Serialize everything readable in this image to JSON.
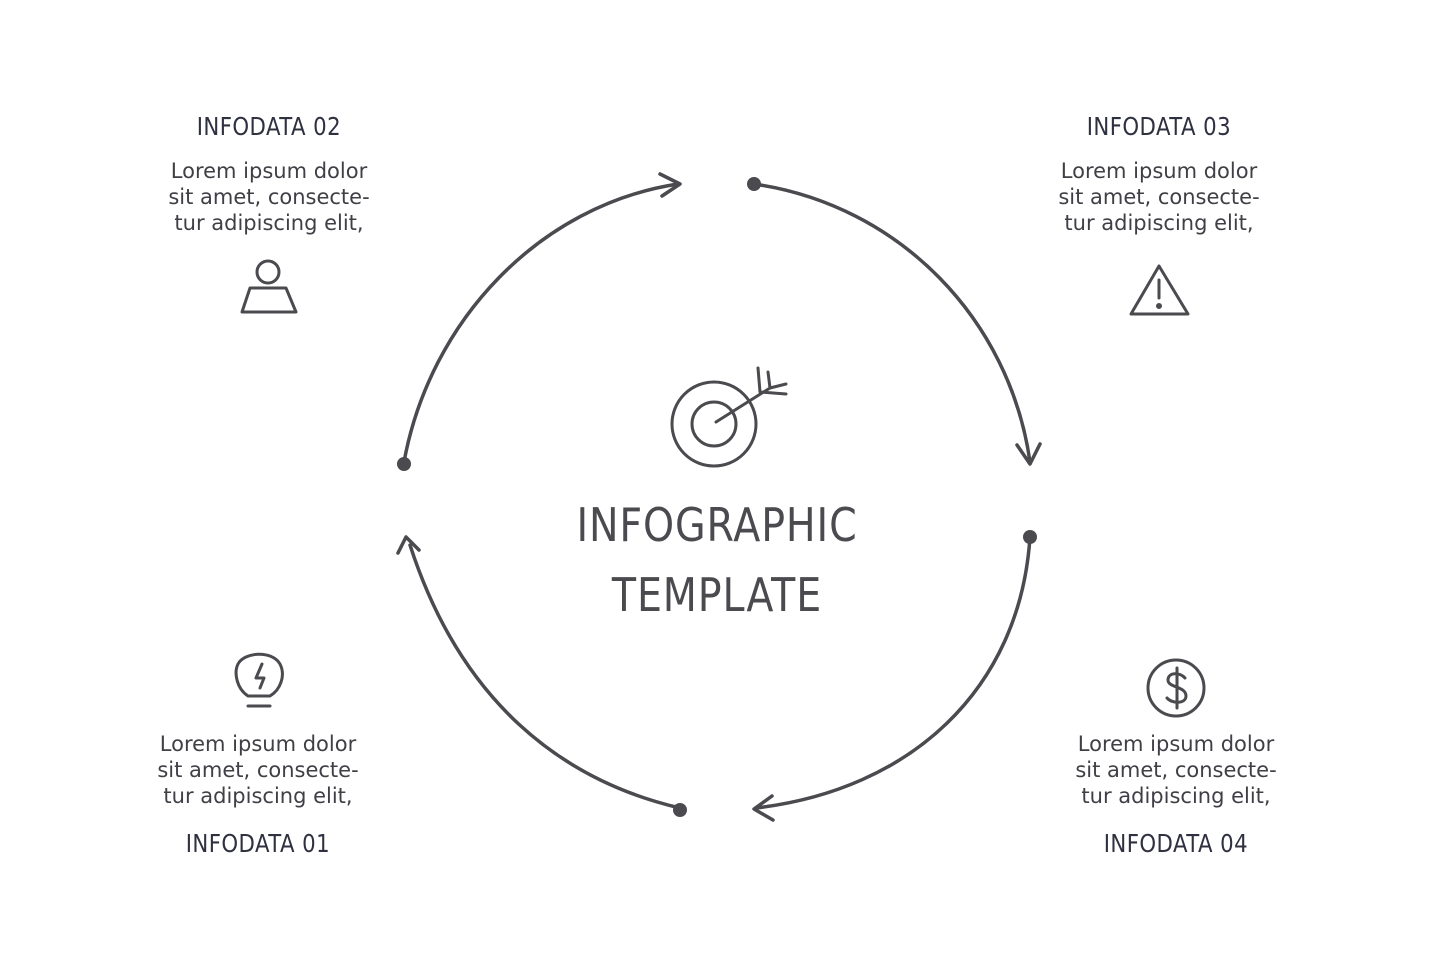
{
  "center": {
    "title_line1": "INFOGRAPHIC",
    "title_line2": "TEMPLATE",
    "icon": "target-arrow-icon"
  },
  "items": [
    {
      "heading": "INFODATA 01",
      "text": [
        "Lorem ipsum dolor",
        "sit amet, consecte-",
        "tur adipiscing elit,"
      ],
      "icon": "lightbulb-icon"
    },
    {
      "heading": "INFODATA 02",
      "text": [
        "Lorem ipsum dolor",
        "sit amet, consecte-",
        "tur adipiscing elit,"
      ],
      "icon": "person-icon"
    },
    {
      "heading": "INFODATA 03",
      "text": [
        "Lorem ipsum dolor",
        "sit amet, consecte-",
        "tur adipiscing elit,"
      ],
      "icon": "warning-icon"
    },
    {
      "heading": "INFODATA 04",
      "text": [
        "Lorem ipsum dolor",
        "sit amet, consecte-",
        "tur adipiscing elit,"
      ],
      "icon": "dollar-icon"
    }
  ],
  "colors": {
    "stroke": "#4a4a4f",
    "heading": "#2f3140"
  }
}
